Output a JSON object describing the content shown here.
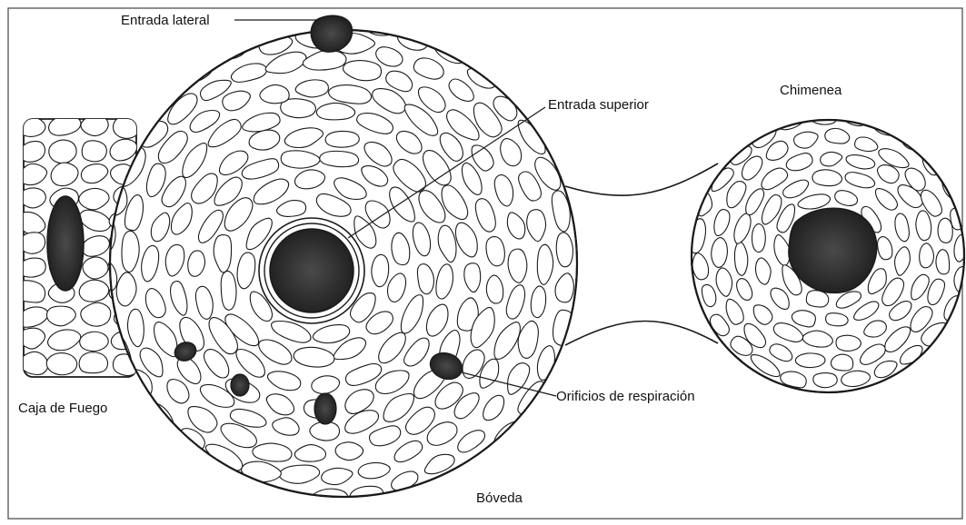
{
  "labels": {
    "entrada_lateral": "Entrada lateral",
    "entrada_superior": "Entrada superior",
    "chimenea": "Chimenea",
    "caja_de_fuego": "Caja de Fuego",
    "orificios": "Orificios de respiración",
    "boveda": "Bóveda"
  },
  "colors": {
    "stroke": "#1a1a1a",
    "stone_fill": "#ffffff",
    "hole_fill": "#262626",
    "background": "#ffffff"
  }
}
